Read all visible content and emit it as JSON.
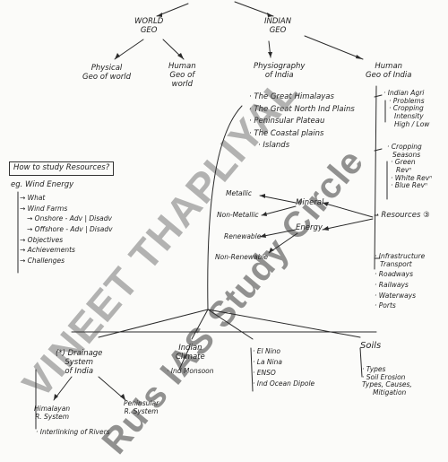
{
  "top": {
    "world_geo": [
      "WORLD",
      "GEO"
    ],
    "indian_geo": [
      "INDIAN",
      "GEO"
    ]
  },
  "world": {
    "physical": [
      "Physical",
      "Geo of world"
    ],
    "human": [
      "Human",
      "Geo of",
      "world"
    ]
  },
  "physiography": {
    "title": [
      "Physiography",
      "of India"
    ],
    "items": [
      "· The Great Himalayas",
      "· The Great North Ind Plains",
      "· Peninsular Plateau",
      "· The Coastal plains",
      "· Islands"
    ]
  },
  "human_india": {
    "title": [
      "Human",
      "Geo of India"
    ],
    "agri": [
      "· Indian Agri",
      "· Problems",
      "· Cropping",
      "Intensity",
      "High / Low"
    ],
    "seasons": [
      "· Cropping",
      "Seasons",
      "· Green",
      "Revⁿ",
      "· White Revⁿ",
      "· Blue Revⁿ"
    ],
    "resources": "· Resources ③",
    "infra": [
      "· Infrastructure",
      "Transport",
      "· Roadways",
      "· Railways",
      "· Waterways",
      "· Ports"
    ]
  },
  "study": {
    "title": "How to study Resources?",
    "example": "eg. Wind Energy",
    "items": [
      "→ What",
      "→ Wind Farms",
      "→ Onshore - Adv | Disadv",
      "→ Offshore - Adv | Disadv",
      "→ Objectives",
      "→ Achievements",
      "→ Challenges"
    ]
  },
  "resources": {
    "metallic": "Metallic",
    "non_metallic": "Non-Metallic",
    "mineral": "Mineral",
    "energy": "Energy",
    "renewable": "Renewable",
    "non_renewable": "Non-Renewable"
  },
  "bottom": {
    "drainage": [
      "(*) Drainage",
      "System",
      "of India"
    ],
    "himalayan": [
      "Himalayan",
      "R. System"
    ],
    "peninsular": [
      "Peninsular",
      "R. System"
    ],
    "interlinking": "· Interlinking of Rivers",
    "climate": [
      "Indian",
      "Climate"
    ],
    "monsoon": "· Ind Monsoon",
    "phenomena": [
      "· El Nino",
      "· La Nina",
      "· ENSO",
      "· Ind Ocean Dipole"
    ],
    "soils": "Soils",
    "soil_items": [
      "· Types",
      "· Soil Erosion",
      "Types, Causes,",
      "Mitigation"
    ]
  },
  "watermark": {
    "name": "VINEET THAPLIYAL",
    "circle": "Ru's IAS Study Circle"
  },
  "colors": {
    "ink": "#1e1e1e",
    "paper": "#fbfbf9",
    "watermark": "#3c3c3c"
  }
}
